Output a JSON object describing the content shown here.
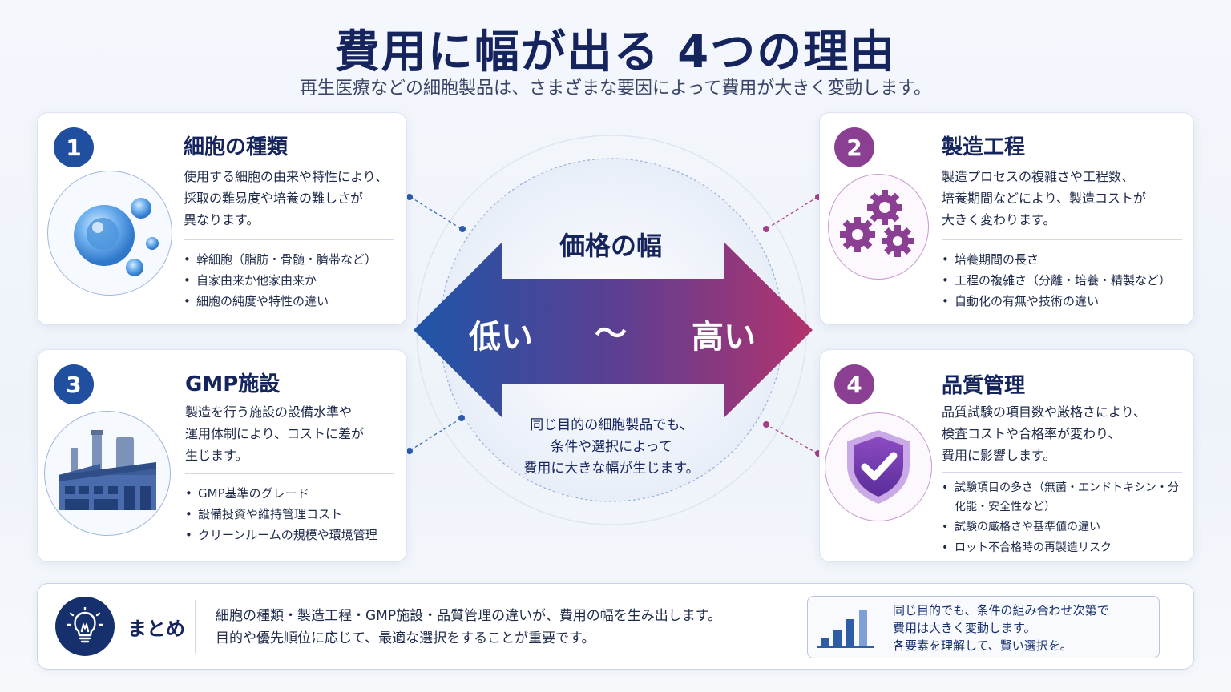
{
  "header": {
    "title": "費用に幅が出る 4つの理由",
    "subtitle": "再生医療などの細胞製品は、さまざまな要因によって費用が大きく変動します。"
  },
  "cards": [
    {
      "number": "1",
      "title": "細胞の種類",
      "desc": [
        "使用する細胞の由来や特性により、",
        "採取の難易度や培養の難しさが",
        "異なります。"
      ],
      "items": [
        "幹細胞（脂肪・骨髄・臍帯など）",
        "自家由来か他家由来か",
        "細胞の純度や特性の違い"
      ],
      "icon": "cell-icon",
      "color": "#1f4f9e"
    },
    {
      "number": "2",
      "title": "製造工程",
      "desc": [
        "製造プロセスの複雑さや工程数、",
        "培養期間などにより、製造コストが",
        "大きく変わります。"
      ],
      "items": [
        "培養期間の長さ",
        "工程の複雑さ（分離・培養・精製など）",
        "自動化の有無や技術の違い"
      ],
      "icon": "gears-icon",
      "color": "#8a3f93"
    },
    {
      "number": "3",
      "title": "GMP施設",
      "desc": [
        "製造を行う施設の設備水準や",
        "運用体制により、コストに差が",
        "生じます。"
      ],
      "items": [
        "GMP基準のグレード",
        "設備投資や維持管理コスト",
        "クリーンルームの規模や環境管理"
      ],
      "icon": "factory-icon",
      "color": "#1f4f9e"
    },
    {
      "number": "4",
      "title": "品質管理",
      "desc": [
        "品質試験の項目数や厳格さにより、",
        "検査コストや合格率が変わり、",
        "費用に影響します。"
      ],
      "items": [
        "試験項目の多さ（無菌・エンドトキシン・分化能・安全性など）",
        "試験の厳格さや基準値の違い",
        "ロット不合格時の再製造リスク"
      ],
      "icon": "shield-check-icon",
      "color": "#8a3f93"
    }
  ],
  "center": {
    "price_label": "価格の幅",
    "low_label": "低い",
    "tilde": "〜",
    "high_label": "高い",
    "note": [
      "同じ目的の細胞製品でも、",
      "条件や選択によって",
      "費用に大きな幅が生じます。"
    ],
    "gradient_start": "#1f56a8",
    "gradient_end": "#b3336e"
  },
  "summary": {
    "title": "まとめ",
    "text": [
      "細胞の種類・製造工程・GMP施設・品質管理の違いが、費用の幅を生み出します。",
      "目的や優先順位に応じて、最適な選択をすることが重要です。"
    ],
    "note": [
      "同じ目的でも、条件の組み合わせ次第で",
      "費用は大きく変動します。",
      "各要素を理解して、賢い選択を。"
    ],
    "icon": "lightbulb-icon",
    "note_icon": "bar-chart-icon"
  }
}
